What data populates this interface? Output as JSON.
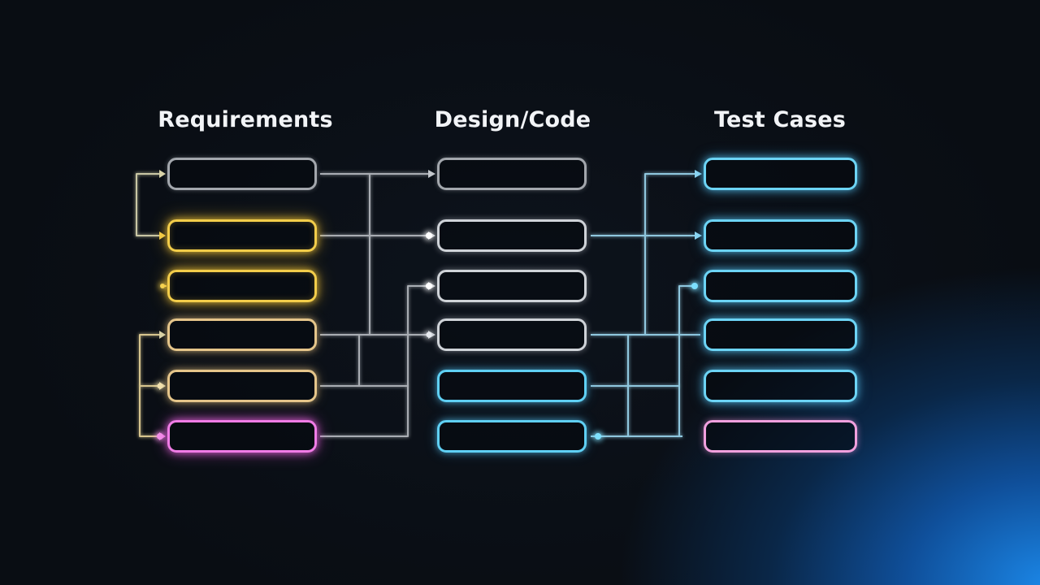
{
  "titles": {
    "requirements": "Requirements",
    "design": "Design/Code",
    "tests": "Test Cases"
  },
  "colors": {
    "gray": "#a3a7ad",
    "gold": "#f3cd4a",
    "tan": "#e5c58a",
    "pink": "#f07ce6",
    "blue": "#6cd4f5",
    "background_glow": "#1b86e6"
  }
}
